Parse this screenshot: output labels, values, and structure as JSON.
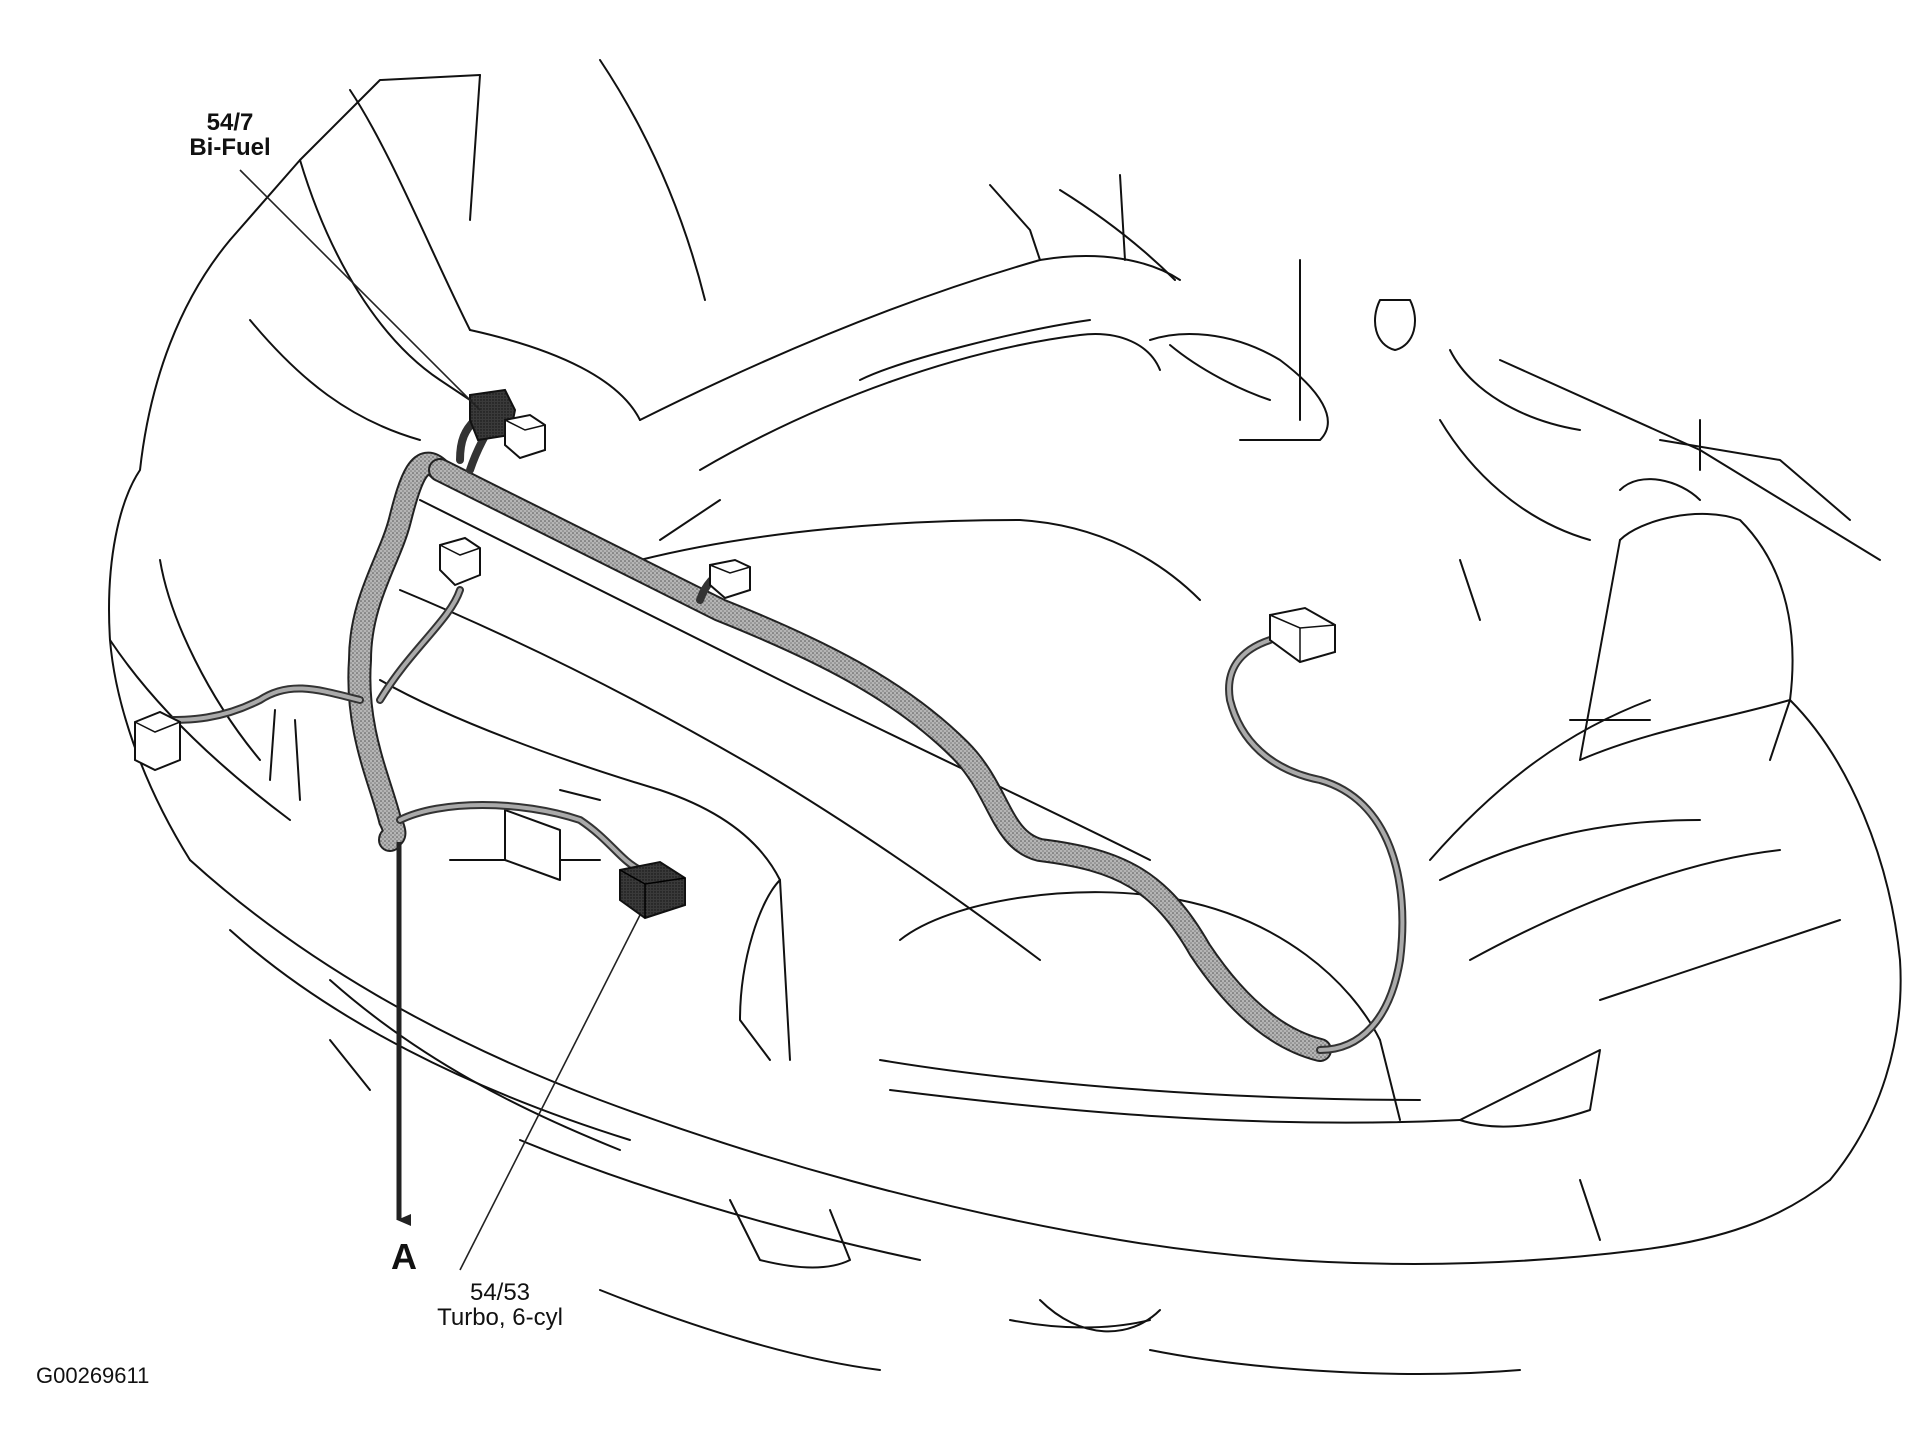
{
  "callouts": {
    "connector_54_7": {
      "code": "54/7",
      "desc": "Bi-Fuel"
    },
    "connector_54_53": {
      "code": "54/53",
      "desc": "Turbo, 6-cyl"
    },
    "view_arrow": "A"
  },
  "figure_id": "G00269611",
  "colors": {
    "line": "#111111",
    "harness_fill": "#a9a9a9",
    "dark_connector": "#2b2b2b",
    "background": "#ffffff"
  }
}
